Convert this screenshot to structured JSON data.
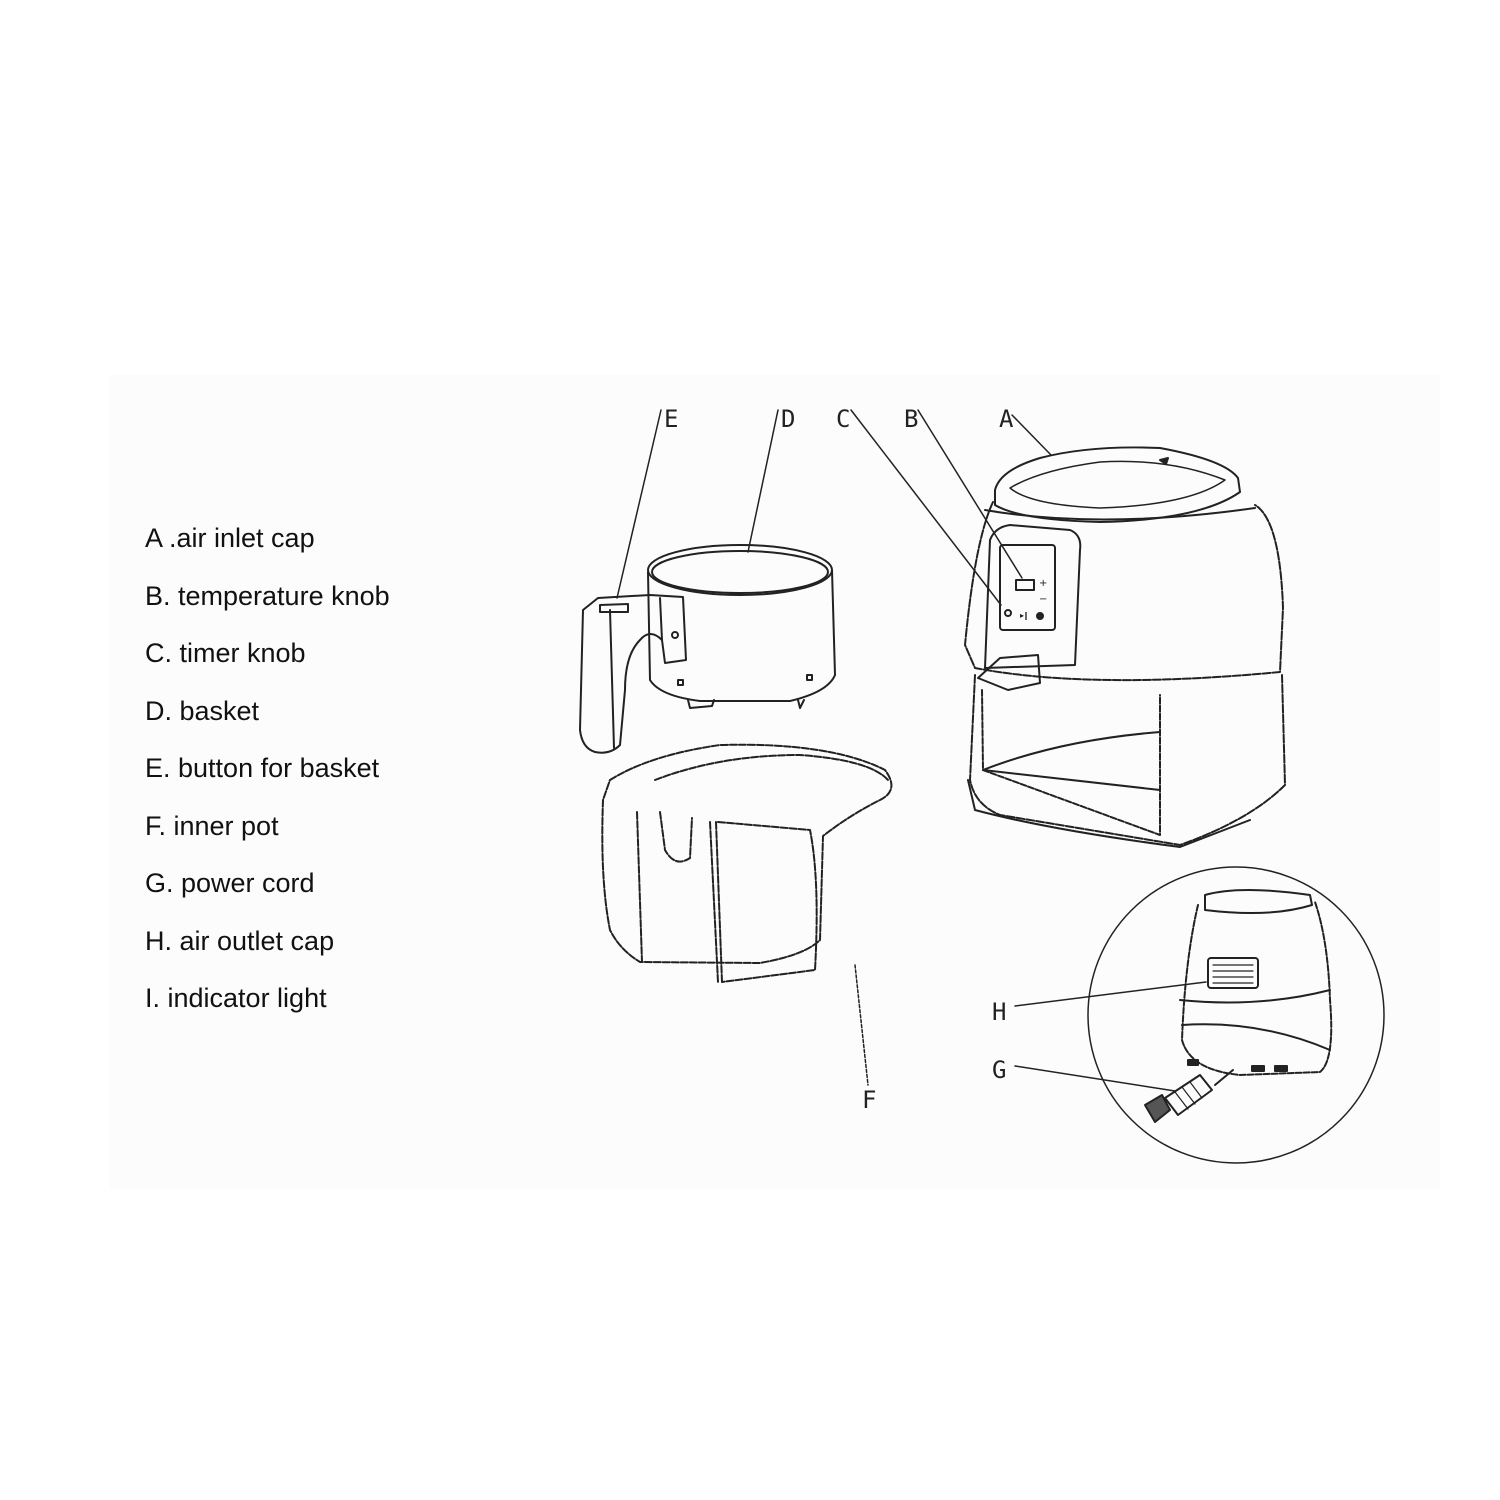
{
  "diagram": {
    "type": "exploded-view parts diagram",
    "subject": "air fryer",
    "legend": [
      {
        "key": "A",
        "label": "A .air inlet cap"
      },
      {
        "key": "B",
        "label": "B. temperature knob"
      },
      {
        "key": "C",
        "label": "C. timer knob"
      },
      {
        "key": "D",
        "label": "D. basket"
      },
      {
        "key": "E",
        "label": "E. button for basket"
      },
      {
        "key": "F",
        "label": "F. inner pot"
      },
      {
        "key": "G",
        "label": "G. power cord"
      },
      {
        "key": "H",
        "label": "H. air outlet cap"
      },
      {
        "key": "I",
        "label": "I. indicator light"
      }
    ],
    "callouts": {
      "A": "A",
      "B": "B",
      "C": "C",
      "D": "D",
      "E": "E",
      "F": "F",
      "G": "G",
      "H": "H"
    },
    "line_color": "#222222",
    "background": "#ffffff"
  }
}
